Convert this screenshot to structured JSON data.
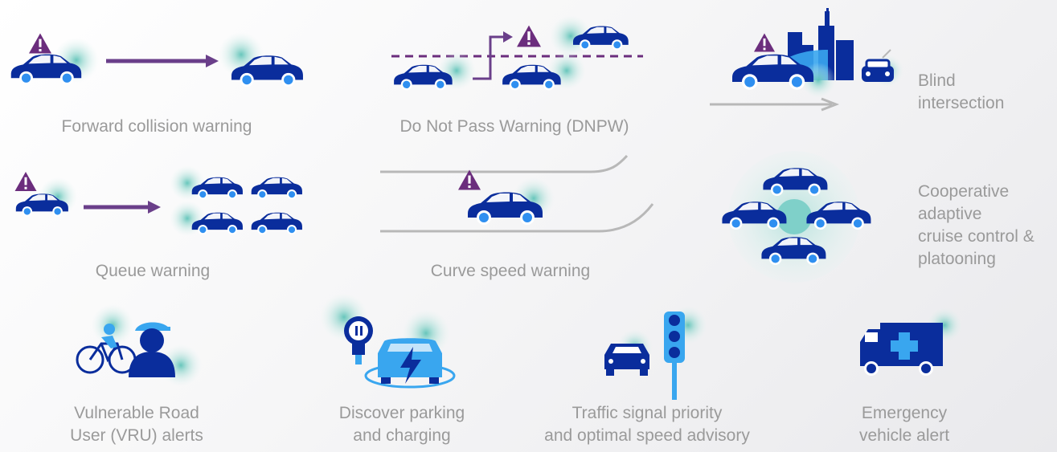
{
  "colors": {
    "car": "#0a2d9c",
    "car_window": "#ffffff",
    "wheel_hub": "#2f8ff0",
    "signal_glow": "#7fd0c9",
    "warning": "#6b2d7d",
    "arrow": "#6a3f8a",
    "road": "#b8b8b8",
    "label": "#9a9a9a",
    "light_blue": "#39a6ef"
  },
  "icons": [
    "car-icon",
    "warning-triangle-icon",
    "signal-ripple-icon",
    "building-icon",
    "bicycle-icon",
    "pedestrian-icon",
    "parking-meter-icon",
    "ev-charging-icon",
    "traffic-light-icon",
    "ambulance-icon"
  ],
  "labels": {
    "forward_collision": "Forward collision warning",
    "dnpw": "Do Not Pass Warning (DNPW)",
    "blind_intersection": [
      "Blind",
      "intersection"
    ],
    "queue_warning": "Queue warning",
    "curve_speed": "Curve speed warning",
    "cacc": [
      "Cooperative",
      "adaptive",
      "cruise control &",
      "platooning"
    ],
    "vru": [
      "Vulnerable Road",
      "User (VRU) alerts"
    ],
    "parking": [
      "Discover parking",
      "and charging"
    ],
    "traffic_signal": [
      "Traffic signal priority",
      "and optimal speed advisory"
    ],
    "emergency": [
      "Emergency",
      "vehicle alert"
    ]
  }
}
